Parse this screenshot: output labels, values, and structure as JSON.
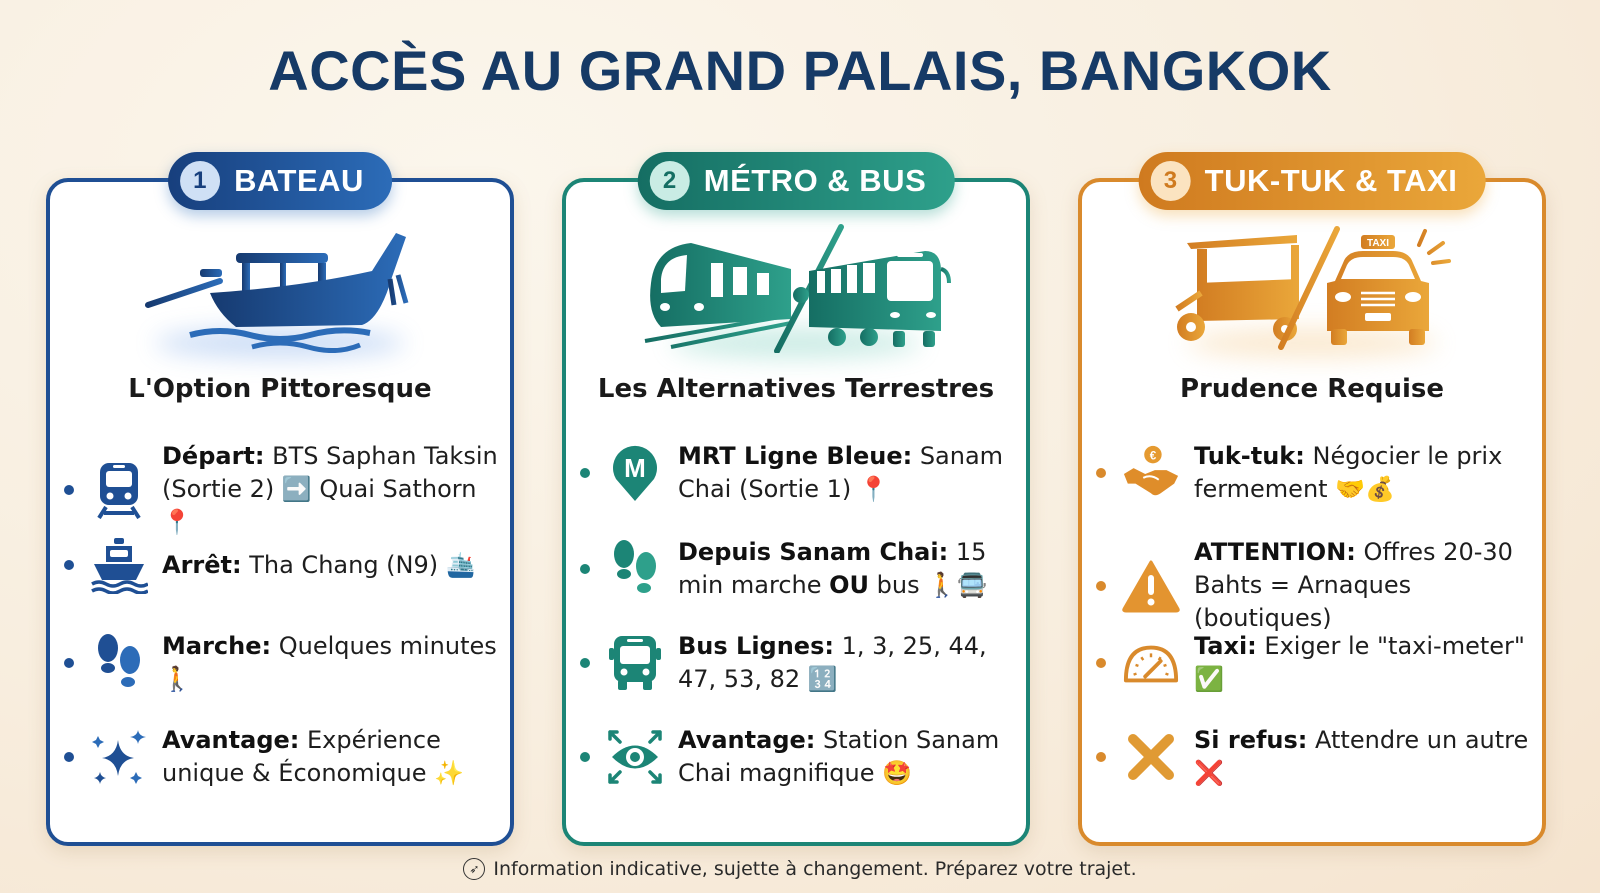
{
  "header": {
    "title": "ACCÈS AU GRAND PALAIS, BANGKOK"
  },
  "colors": {
    "title": "#163a66",
    "boat": "#1f4f94",
    "metro_bus": "#1c8576",
    "tuktuk_taxi": "#d98a2c",
    "background": "#f8eedf"
  },
  "cards": [
    {
      "number": "1",
      "label": "BATEAU",
      "hero_icon": "longtail-boat-icon",
      "subtitle": "L'Option Pittoresque",
      "items": [
        {
          "icon": "train-icon",
          "bold": "Départ:",
          "text": " BTS Saphan Taksin (Sortie 2) ",
          "emoji": "➡️",
          "text2": " Quai Sathorn ",
          "emoji2": "📍"
        },
        {
          "icon": "ferry-icon",
          "bold": "Arrêt:",
          "text": " Tha Chang (N9) ",
          "emoji": "🛳️"
        },
        {
          "icon": "footprints-icon",
          "bold": "Marche:",
          "text": " Quelques minutes ",
          "emoji": "🚶"
        },
        {
          "icon": "sparkles-icon",
          "bold": "Avantage:",
          "text": " Expérience unique & Économique ",
          "emoji": "✨"
        }
      ]
    },
    {
      "number": "2",
      "label": "MÉTRO & BUS",
      "hero_icon": "train-and-bus-icon",
      "subtitle": "Les Alternatives Terrestres",
      "items": [
        {
          "icon": "metro-pin-icon",
          "bold": "MRT Ligne Bleue:",
          "text": " Sanam Chai (Sortie 1) ",
          "emoji": "📍"
        },
        {
          "icon": "footprints-icon",
          "bold": "Depuis Sanam Chai:",
          "text": " 15 min marche ",
          "bold2": "OU",
          "text2": " bus ",
          "emoji": "🚶🚍"
        },
        {
          "icon": "bus-icon",
          "bold": "Bus Lignes:",
          "text": " 1, 3, 25, 44, 47, 53, 82 ",
          "emoji": "🔢"
        },
        {
          "icon": "eye-expand-icon",
          "bold": "Avantage:",
          "text": " Station Sanam Chai magnifique ",
          "emoji": "🤩"
        }
      ]
    },
    {
      "number": "3",
      "label": "TUK-TUK & TAXI",
      "hero_icon": "tuktuk-and-taxi-icon",
      "hero_taxi_sign": "TAXI",
      "subtitle": "Prudence Requise",
      "items": [
        {
          "icon": "handshake-money-icon",
          "bold": "Tuk-tuk:",
          "text": " Négocier le prix fermement ",
          "emoji": "🤝💰"
        },
        {
          "icon": "warning-icon",
          "bold": "ATTENTION:",
          "text": " Offres 20-30 Bahts = Arnaques (boutiques)",
          "emoji": ""
        },
        {
          "icon": "taximeter-gauge-icon",
          "bold": "Taxi:",
          "text": " Exiger le \"taxi-meter\" ",
          "emoji": "✅"
        },
        {
          "icon": "cross-icon",
          "bold": "Si refus:",
          "text": " Attendre un autre ",
          "emoji": "❌"
        }
      ]
    }
  ],
  "footer": {
    "icon": "compass-icon",
    "text": "Information indicative, sujette à changement. Préparez votre trajet."
  }
}
